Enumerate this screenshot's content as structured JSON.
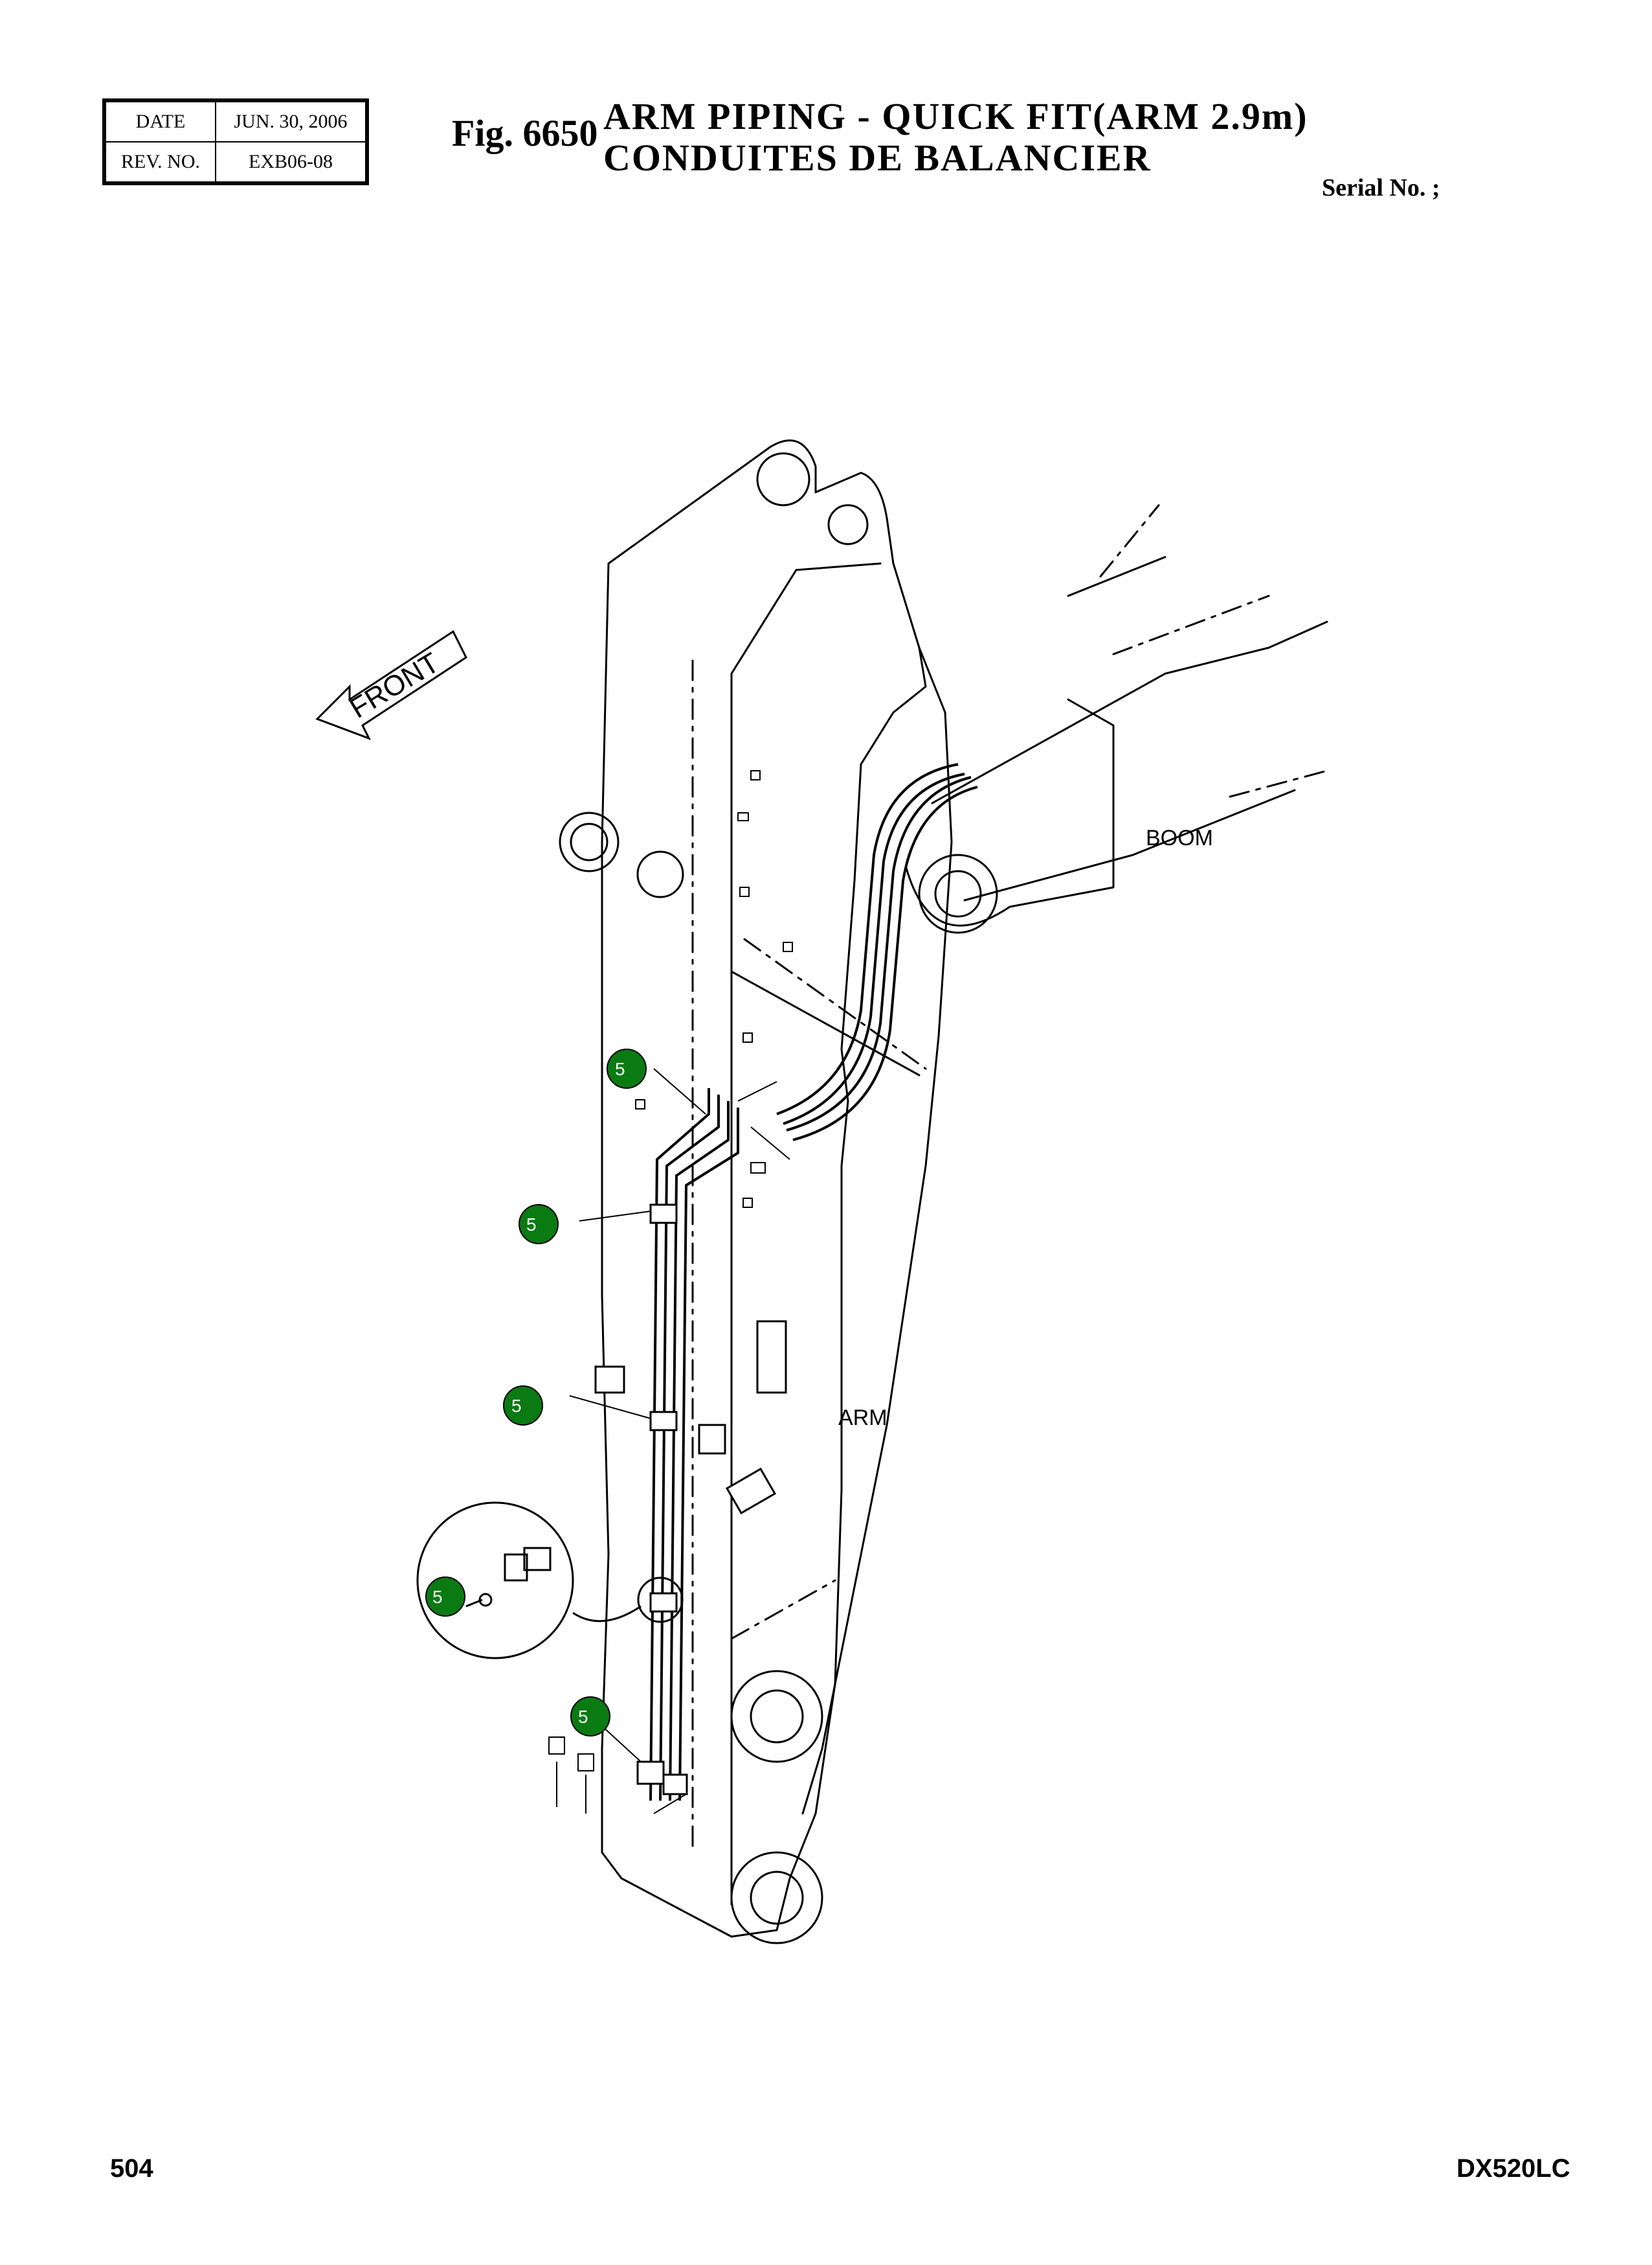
{
  "header": {
    "date_label": "DATE",
    "date_value": "JUN. 30, 2006",
    "rev_label": "REV. NO.",
    "rev_value": "EXB06-08"
  },
  "figure": {
    "number": "Fig. 6650",
    "title_en": "ARM PIPING - QUICK FIT(ARM 2.9m)",
    "title_fr": "CONDUITES DE BALANCIER",
    "serial": "Serial No. ;"
  },
  "labels": {
    "front": "FRONT",
    "boom": "BOOM",
    "arm": "ARM"
  },
  "callouts": [
    {
      "number": "5"
    },
    {
      "number": "5"
    },
    {
      "number": "5"
    },
    {
      "number": "5"
    },
    {
      "number": "5"
    }
  ],
  "colors": {
    "callout_fill": "#0a7a12"
  },
  "footer": {
    "page": "504",
    "model": "DX520LC"
  }
}
